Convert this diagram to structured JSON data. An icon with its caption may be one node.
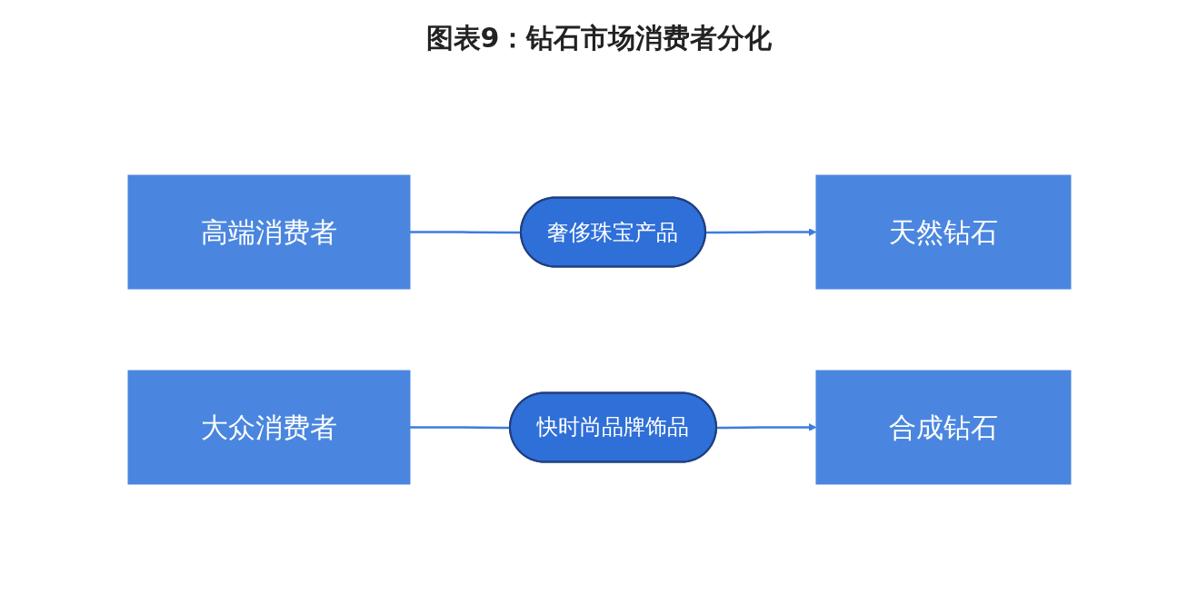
{
  "diagram": {
    "title": "图表9：钻石市场消费者分化",
    "nodes": [
      {
        "text": [
          "高端消费者"
        ]
      },
      {
        "text": [
          "奢侈珠宝产品"
        ]
      },
      {
        "text": [
          "天然钻石"
        ]
      },
      {
        "text": [
          "大众消费者"
        ]
      },
      {
        "text": [
          "快时尚品牌饰品"
        ]
      },
      {
        "text": [
          "合成钻石"
        ]
      }
    ],
    "edges": [
      {
        "from": 0,
        "to": 1,
        "arrow": "none"
      },
      {
        "from": 1,
        "to": 2,
        "arrow": "to"
      },
      {
        "from": 3,
        "to": 4,
        "arrow": "none"
      },
      {
        "from": 4,
        "to": 5,
        "arrow": "to"
      }
    ]
  }
}
